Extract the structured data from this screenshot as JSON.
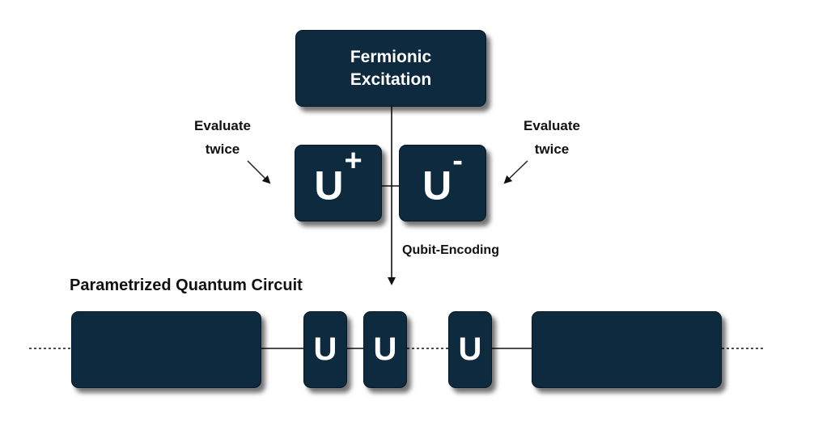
{
  "fermionic_excitation": {
    "line1": "Fermionic",
    "line2": "Excitation"
  },
  "evaluate_left": {
    "line1": "Evaluate",
    "line2": "twice"
  },
  "evaluate_right": {
    "line1": "Evaluate",
    "line2": "twice"
  },
  "u_plus": {
    "base": "U",
    "sign": "+"
  },
  "u_minus": {
    "base": "U",
    "sign": "-"
  },
  "qubit_encoding": "Qubit-Encoding",
  "circuit_title": "Parametrized Quantum Circuit",
  "gates": [
    "U",
    "U",
    "U"
  ],
  "colors": {
    "box_fill": "#0e2a3f",
    "line": "#111111"
  }
}
